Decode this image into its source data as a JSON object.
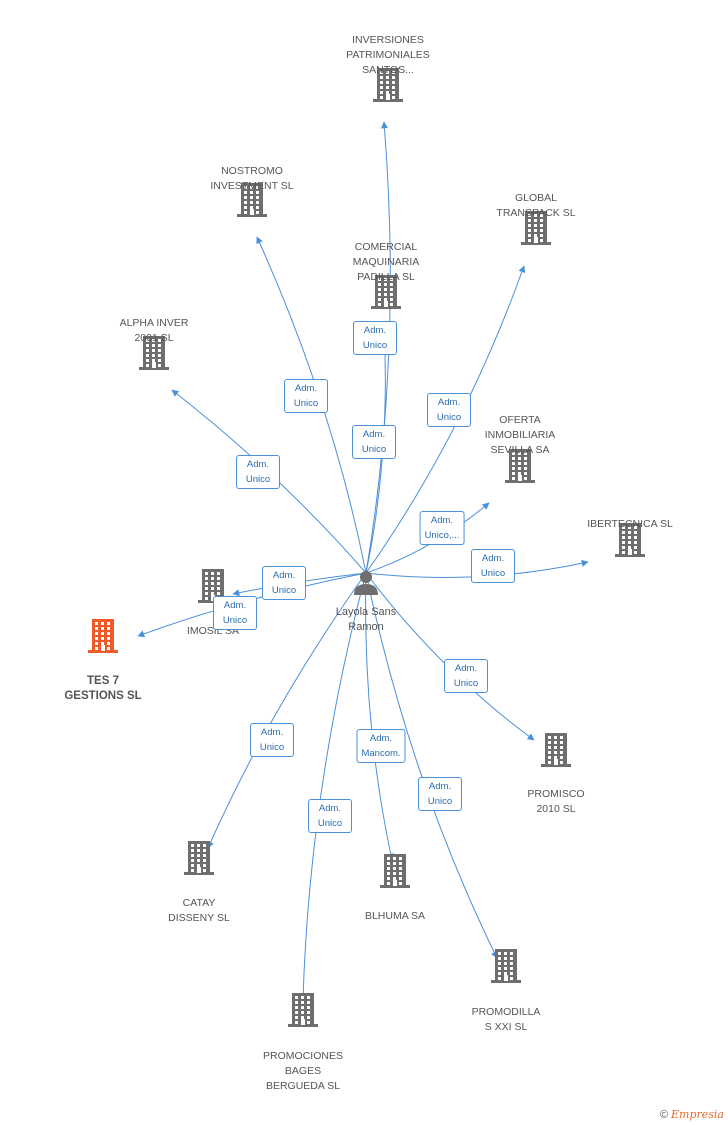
{
  "center": {
    "name": "Layola Sans\nRamon",
    "icon": "person-icon"
  },
  "companies": [
    {
      "id": "inversiones",
      "name": "INVERSIONES\nPATRIMONIALES\nSANTOS...",
      "highlight": false
    },
    {
      "id": "nostromo",
      "name": "NOSTROMO\nINVESTMENT SL",
      "highlight": false
    },
    {
      "id": "comercial",
      "name": "COMERCIAL\nMAQUINARIA\nPADILLA SL",
      "highlight": false
    },
    {
      "id": "global",
      "name": "GLOBAL\nTRANSPACK SL",
      "highlight": false
    },
    {
      "id": "alpha",
      "name": "ALPHA INVER\n2001 SL",
      "highlight": false
    },
    {
      "id": "oferta",
      "name": "OFERTA\nINMOBILIARIA\nSEVILLA SA",
      "highlight": false
    },
    {
      "id": "ibertecnica",
      "name": "IBERTECNICA SL",
      "highlight": false
    },
    {
      "id": "imosil",
      "name": "IMOSIL SA",
      "highlight": false
    },
    {
      "id": "tes7",
      "name": "TES 7\nGESTIONS SL",
      "highlight": true
    },
    {
      "id": "promisco",
      "name": "PROMISCO\n2010 SL",
      "highlight": false
    },
    {
      "id": "catay",
      "name": "CATAY\nDISSENY SL",
      "highlight": false
    },
    {
      "id": "blhuma",
      "name": "BLHUMA SA",
      "highlight": false
    },
    {
      "id": "promodilla",
      "name": "PROMODILLA\nS XXI SL",
      "highlight": false
    },
    {
      "id": "promociones",
      "name": "PROMOCIONES\nBAGES\nBERGUEDA SL",
      "highlight": false
    }
  ],
  "relations": [
    {
      "to": "inversiones",
      "label": "Adm.\nUnico"
    },
    {
      "to": "nostromo",
      "label": "Adm.\nUnico"
    },
    {
      "to": "comercial",
      "label": "Adm.\nUnico"
    },
    {
      "to": "global",
      "label": "Adm.\nUnico"
    },
    {
      "to": "alpha",
      "label": "Adm.\nUnico"
    },
    {
      "to": "oferta",
      "label": "Adm.\nUnico,..."
    },
    {
      "to": "ibertecnica",
      "label": "Adm.\nUnico"
    },
    {
      "to": "imosil",
      "label": "Adm.\nUnico"
    },
    {
      "to": "tes7",
      "label": "Adm.\nUnico"
    },
    {
      "to": "promisco",
      "label": "Adm.\nUnico"
    },
    {
      "to": "catay",
      "label": "Adm.\nUnico"
    },
    {
      "to": "blhuma",
      "label": "Adm.\nMancom."
    },
    {
      "to": "promodilla",
      "label": "Adm.\nUnico"
    },
    {
      "to": "promociones",
      "label": "Adm.\nUnico"
    }
  ],
  "colors": {
    "edge": "#4a90d9",
    "building": "#6e6e6e",
    "building_highlight": "#f05a28",
    "person": "#6e6e6e"
  },
  "credit": {
    "symbol": "©",
    "brand": "Empresia"
  }
}
